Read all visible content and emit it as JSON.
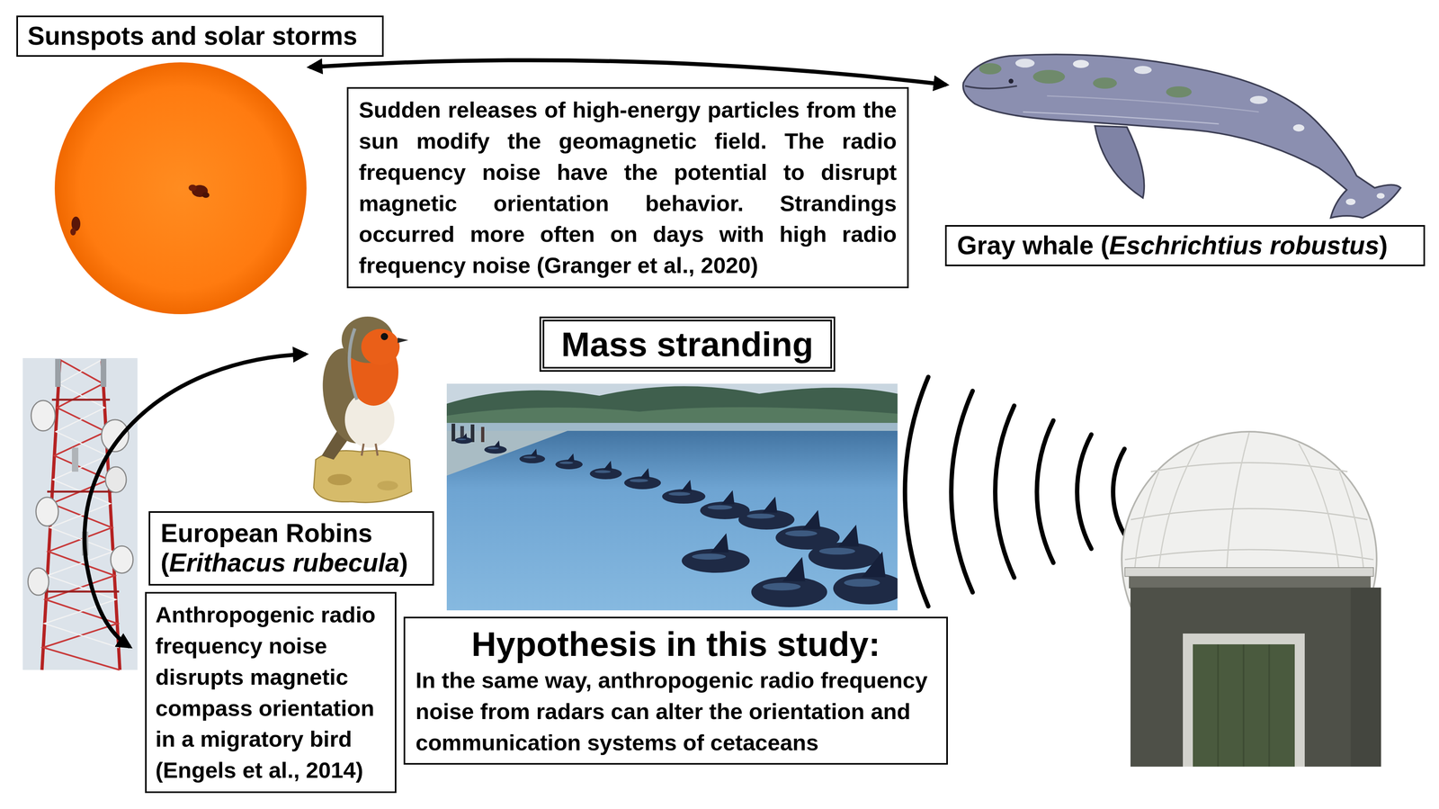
{
  "diagram": {
    "nodes": [
      {
        "text": [
          "Sunspots and solar storms"
        ]
      },
      {
        "text": [
          "Sudden releases of high-energy particles from the sun modify the geomagnetic field. The radio frequency noise have the potential to disrupt magnetic orientation behavior. Strandings occurred more often on days with high radio frequency noise (Granger et al., 2020)"
        ]
      },
      {
        "text": [
          "Gray whale (Eschrichtius robustus)"
        ]
      },
      {
        "text": [
          "European Robins (Erithacus rubecula)"
        ]
      },
      {
        "text": [
          "Anthropogenic radio frequency noise disrupts magnetic compass orientation in a migratory bird (Engels et al., 2014)"
        ]
      },
      {
        "text": [
          "Mass stranding"
        ]
      },
      {
        "text": [
          "Hypothesis in this study:",
          "In the same way, anthropogenic radio frequency noise from radars can alter the orientation and communication systems of cetaceans"
        ]
      }
    ]
  }
}
